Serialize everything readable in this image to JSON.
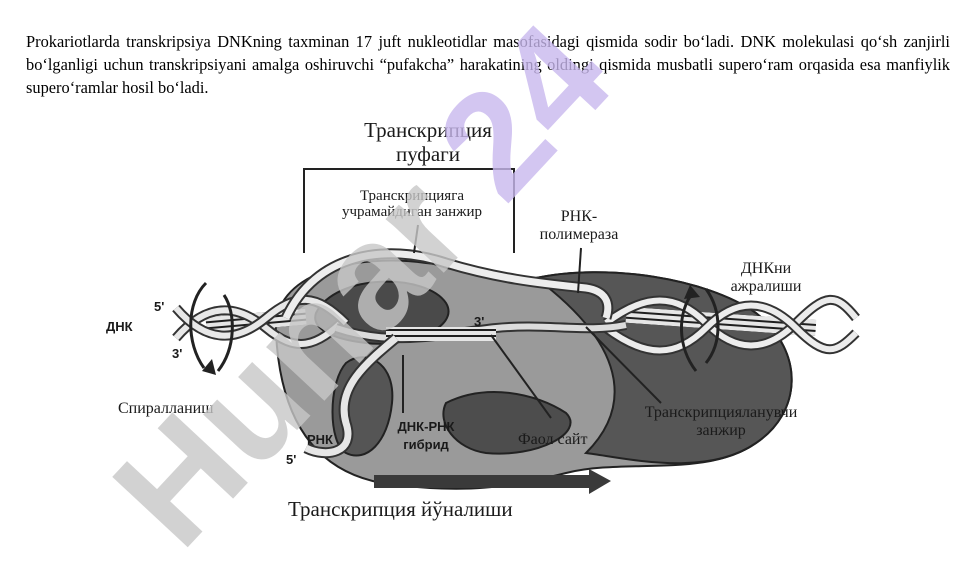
{
  "paragraph": {
    "text": "Prokariotlarda transkripsiya DNKning taxminan 17 juft nukleotidlar masofasidagi qismida sodir bo‘ladi. DNK molekulasi qo‘sh zanjirli bo‘lganligi uchun transkripsiyani amalga oshiruvchi “pufakcha” harakatining oldingi qismida musbatli supero‘ram orqasida esa manfiylik supero‘ramlar hosil bo‘ladi."
  },
  "diagram": {
    "labels": {
      "bubble_line1": "Транскрипция",
      "bubble_line2": "пуфаги",
      "nontemplate_line1": "Транскрипцияга",
      "nontemplate_line2": "учрамайдиган занжир",
      "rnap_line1": "РНК-",
      "rnap_line2": "полимераза",
      "unwinding_line1": "ДНКни",
      "unwinding_line2": "ажралиши",
      "dna": "ДНК",
      "five_prime_left": "5'",
      "three_prime_left": "3'",
      "three_prime_mid": "3'",
      "rewinding": "Спиралланиш",
      "rna": "РНК",
      "five_prime_rna": "5'",
      "hybrid_line1": "ДНК-РНК",
      "hybrid_line2": "гибрид",
      "active_site": "Фаол сайт",
      "template_line1": "Транскрипцияланувчи",
      "template_line2": "занжир",
      "direction": "Транскрипция йўналиши"
    }
  },
  "watermark": {
    "text": "Hunar 24",
    "color": "#c8c8c8",
    "accent_color": "#c9b8ee"
  }
}
